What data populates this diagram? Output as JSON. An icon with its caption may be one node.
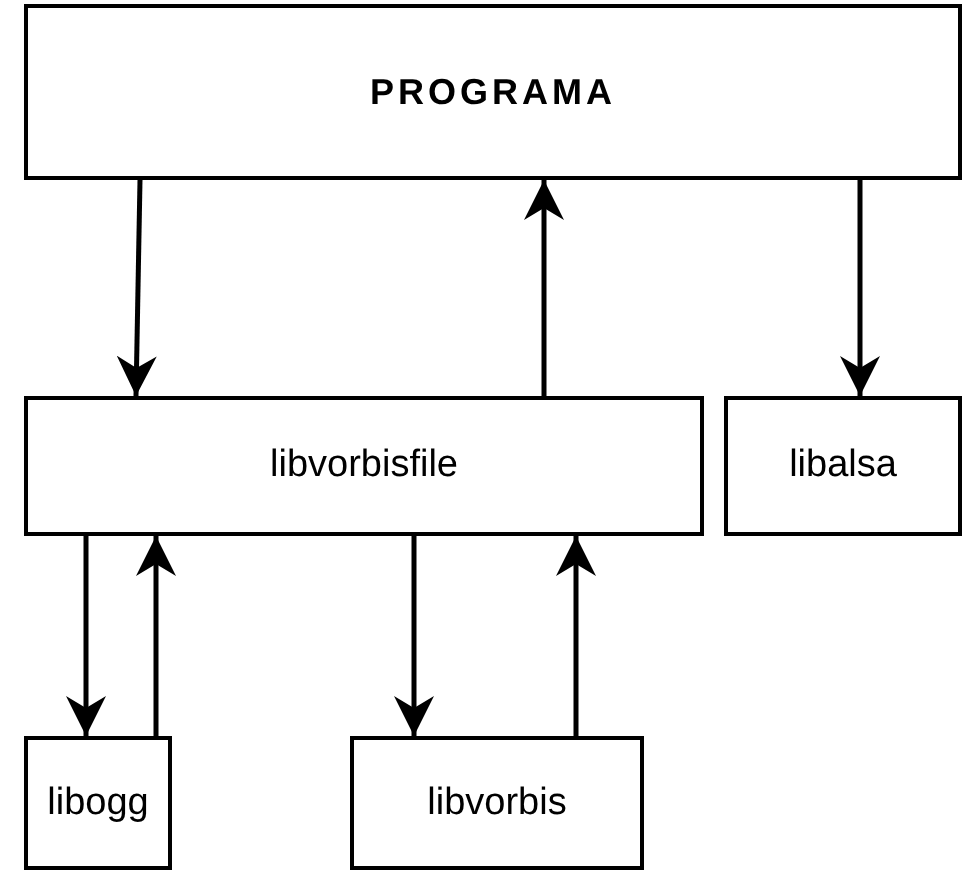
{
  "diagram": {
    "nodes": [
      {
        "text": [
          "PROGRAMA"
        ]
      },
      {
        "text": [
          "libvorbisfile"
        ]
      },
      {
        "text": [
          "libalsa"
        ]
      },
      {
        "text": [
          "libogg"
        ]
      },
      {
        "text": [
          "libvorbis"
        ]
      }
    ],
    "edges": [
      {
        "from": 0,
        "to": 1,
        "arrow": "to"
      },
      {
        "from": 1,
        "to": 0,
        "arrow": "to"
      },
      {
        "from": 0,
        "to": 2,
        "arrow": "to"
      },
      {
        "from": 1,
        "to": 3,
        "arrow": "to"
      },
      {
        "from": 3,
        "to": 1,
        "arrow": "to"
      },
      {
        "from": 1,
        "to": 4,
        "arrow": "to"
      },
      {
        "from": 4,
        "to": 1,
        "arrow": "to"
      }
    ]
  }
}
